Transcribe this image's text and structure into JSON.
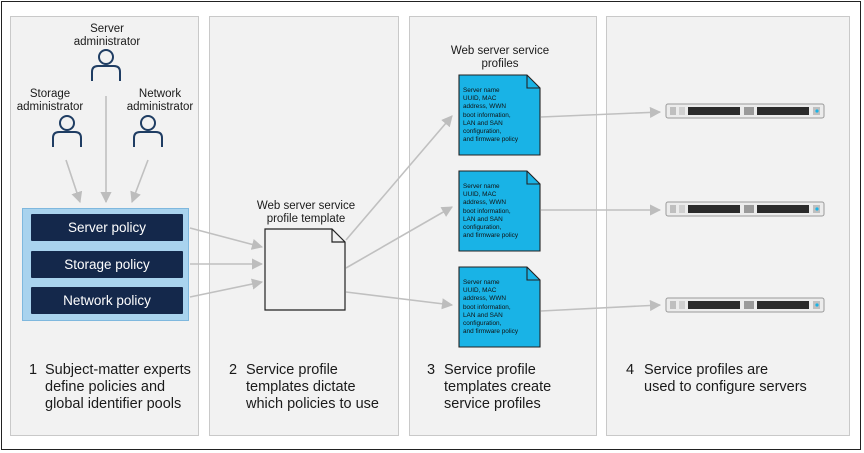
{
  "people": {
    "server": [
      "Server",
      "administrator"
    ],
    "storage": [
      "Storage",
      "administrator"
    ],
    "network": [
      "Network",
      "administrator"
    ]
  },
  "policies": [
    "Server policy",
    "Storage policy",
    "Network policy"
  ],
  "template_label": [
    "Web server service",
    "profile template"
  ],
  "profiles_title": [
    "Web server service",
    "profiles"
  ],
  "profile_text": [
    "Server name",
    "UUID, MAC",
    "address, WWN",
    "boot information,",
    "LAN and SAN",
    "configuration,",
    "and firmware policy"
  ],
  "steps": [
    {
      "num": "1",
      "lines": [
        "Subject-matter experts",
        "define policies and",
        "global identifier pools"
      ]
    },
    {
      "num": "2",
      "lines": [
        "Service profile",
        "templates dictate",
        "which policies to use"
      ]
    },
    {
      "num": "3",
      "lines": [
        "Service profile",
        "templates create",
        "service profiles"
      ]
    },
    {
      "num": "4",
      "lines": [
        "Service profiles are",
        "used to configure servers"
      ]
    }
  ],
  "colors": {
    "policy_box": "#a9d3ee",
    "policy_button": "#14284b",
    "profile_doc": "#19b3e6",
    "person_icon": "#1f3d63",
    "arrow": "#c0c0c0"
  }
}
